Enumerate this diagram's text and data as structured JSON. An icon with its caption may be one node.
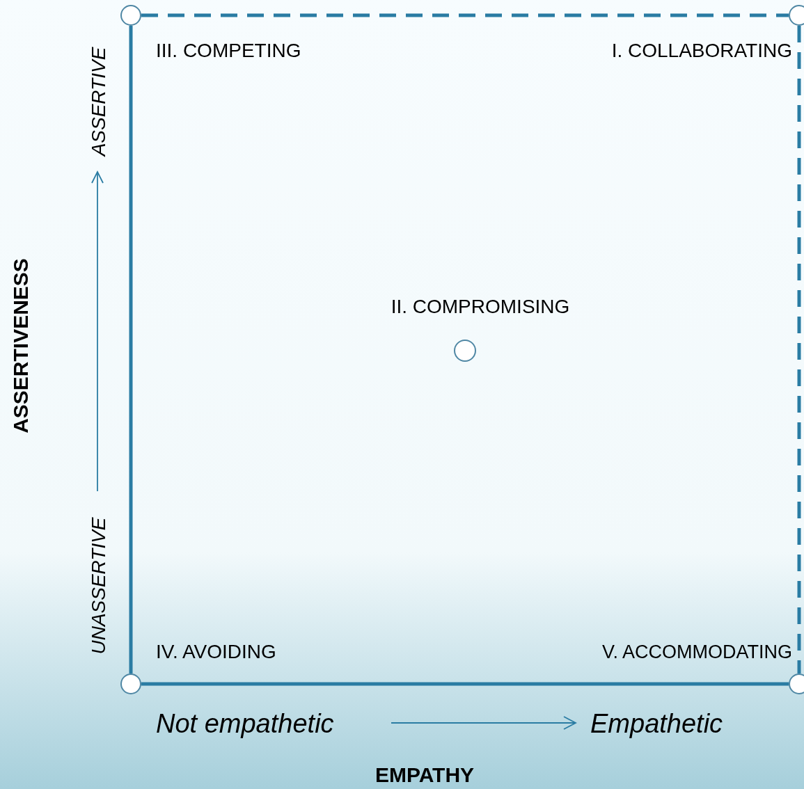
{
  "diagram": {
    "nodes": [
      {
        "text": [],
        "shape": "circle"
      },
      {
        "text": [],
        "shape": "circle"
      },
      {
        "text": [],
        "shape": "circle"
      },
      {
        "text": [],
        "shape": "circle"
      },
      {
        "text": [],
        "shape": "circle"
      }
    ],
    "edges": [
      {
        "from": 0,
        "to": 1,
        "arrow": "none",
        "style": "dashed"
      },
      {
        "from": 1,
        "to": 3,
        "arrow": "none",
        "style": "dashed"
      },
      {
        "from": 2,
        "to": 0,
        "arrow": "none"
      },
      {
        "from": 2,
        "to": 3,
        "arrow": "none"
      }
    ],
    "labels": [
      "III. COMPETING",
      "I. COLLABORATING",
      "ASSERTIVE",
      "II. COMPROMISING",
      "ASSERTIVENESS",
      "UNASSERTIVE",
      "IV. AVOIDING",
      "V. ACCOMMODATING",
      "Not empathetic",
      "Empathetic",
      "EMPATHY"
    ]
  }
}
